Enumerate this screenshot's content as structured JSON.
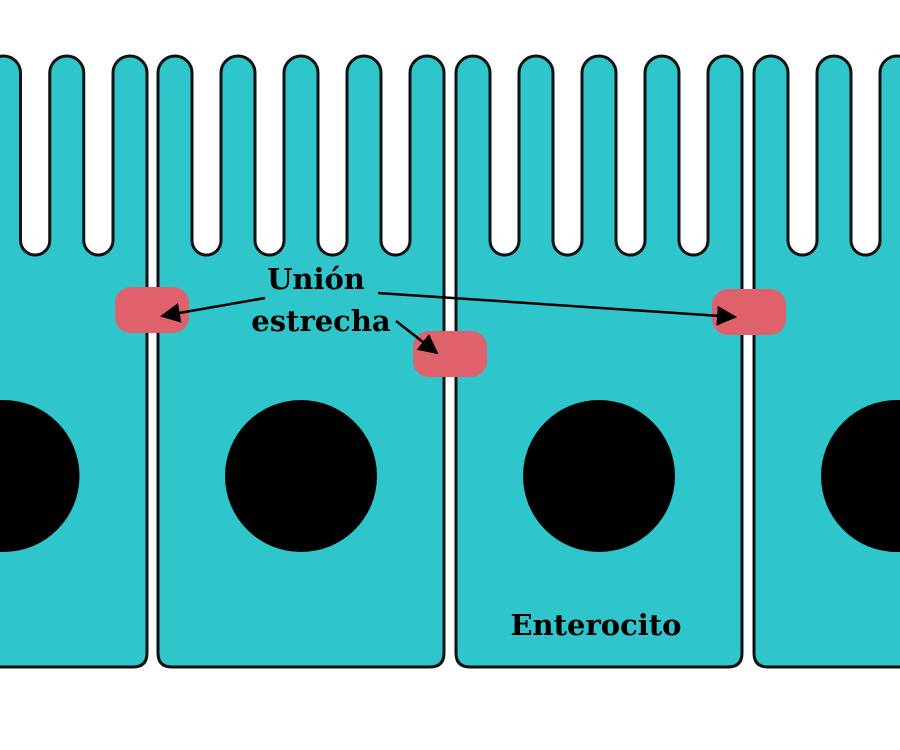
{
  "labels": {
    "junction_line1": "Unión",
    "junction_line2": "estrecha",
    "cell_name": "Enterocito"
  },
  "colors": {
    "background": "#ffffff",
    "cell_fill": "#2ec5cb",
    "outline": "#111111",
    "nucleus": "#000000",
    "tight_junction": "#df616b",
    "arrow": "#000000"
  }
}
